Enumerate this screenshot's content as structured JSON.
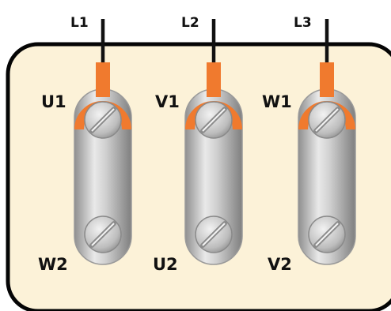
{
  "colors": {
    "box_fill": "#fcf2d8",
    "box_stroke": "#050505",
    "supply_wire": "#111111",
    "bridge_orange": "#f07a2e",
    "link_metal": "#c9c9c9",
    "screw_metal": "#d6d6d6"
  },
  "supply_lines": [
    {
      "id": "l1",
      "label": "L1"
    },
    {
      "id": "l2",
      "label": "L2"
    },
    {
      "id": "l3",
      "label": "L3"
    }
  ],
  "terminals": {
    "top": [
      {
        "id": "u1",
        "label": "U1"
      },
      {
        "id": "v1",
        "label": "V1"
      },
      {
        "id": "w1",
        "label": "W1"
      }
    ],
    "bottom": [
      {
        "id": "w2",
        "label": "W2"
      },
      {
        "id": "u2",
        "label": "U2"
      },
      {
        "id": "v2",
        "label": "V2"
      }
    ]
  },
  "links": [
    {
      "from": "U1",
      "to": "W2"
    },
    {
      "from": "V1",
      "to": "U2"
    },
    {
      "from": "W1",
      "to": "V2"
    }
  ]
}
